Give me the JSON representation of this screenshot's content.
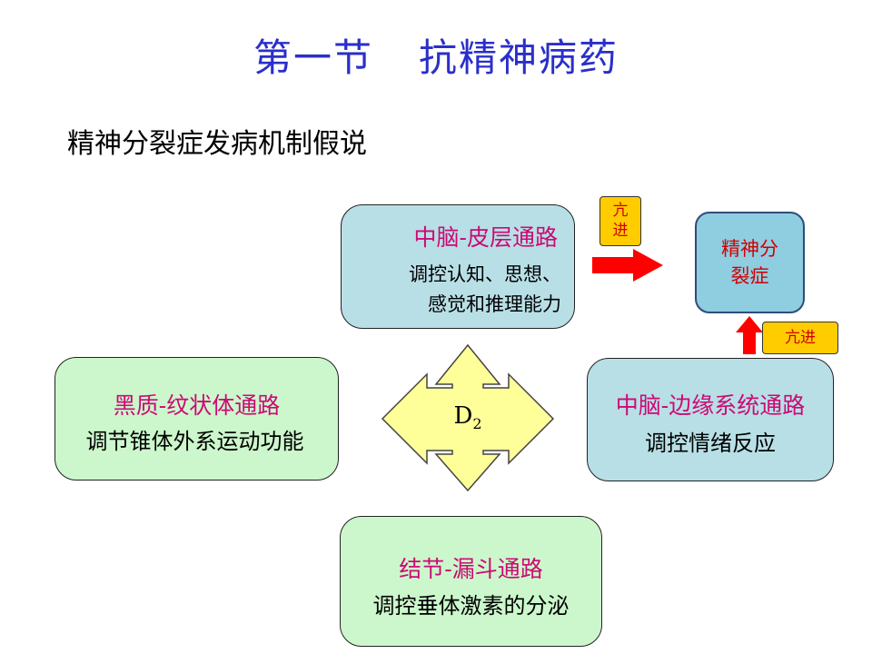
{
  "header": {
    "title_part1": "第一节",
    "title_part2": "抗精神病药",
    "subtitle": "精神分裂症发病机制假说"
  },
  "diagram": {
    "center": {
      "label": "D",
      "subscript": "2"
    },
    "pathways": {
      "mesocortical": {
        "name": "中脑-皮层通路",
        "desc_line1": "调控认知、思想、",
        "desc_line2": "感觉和推理能力"
      },
      "mesolimbic": {
        "name": "中脑-边缘系统通路",
        "desc": "调控情绪反应"
      },
      "nigrostriatal": {
        "name": "黑质-纹状体通路",
        "desc": "调节锥体外系运动功能"
      },
      "tuberoinfundibular": {
        "name": "结节-漏斗通路",
        "desc": "调控垂体激素的分泌"
      }
    },
    "outcome": {
      "line1": "精神分",
      "line2": "裂症"
    },
    "tags": {
      "top_line1": "亢",
      "top_line2": "进",
      "right": "亢进"
    }
  },
  "colors": {
    "title": "#2a2fc9",
    "pathway_name": "#cc0a74",
    "blue_box": "#b8dfe6",
    "green_box": "#ccf7cc",
    "outcome_box": "#8fcde0",
    "center_shape": "#ffff99",
    "arrow_red": "#ff0000",
    "tag_fill": "#ffcc00"
  }
}
